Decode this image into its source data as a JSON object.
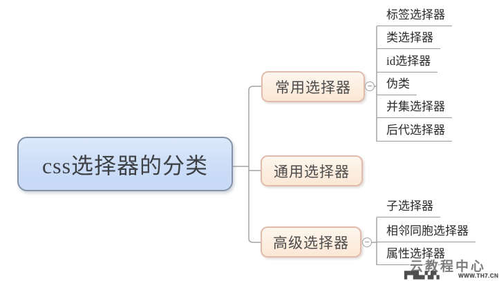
{
  "root": {
    "label": "css选择器的分类"
  },
  "branches": [
    {
      "label": "常用选择器",
      "leaves": [
        "标签选择器",
        "类选择器",
        "id选择器",
        "伪类",
        "并集选择器",
        "后代选择器"
      ]
    },
    {
      "label": "通用选择器",
      "leaves": []
    },
    {
      "label": "高级选择器",
      "leaves": [
        "子选择器",
        "相邻同胞选择器",
        "属性选择器"
      ]
    }
  ],
  "toggle_glyph": "−",
  "watermark": {
    "text": "云教程中心",
    "site": "WWW.TH7.CN",
    "block_glyphs": "▛▜▙▞▟▚"
  },
  "colors": {
    "root_fill": "#cadcf7",
    "root_border": "#8593a8",
    "branch_fill": "#fcedde",
    "branch_border": "#e2bbac",
    "wire": "#a3a3a3",
    "underline": "#9b9b9b",
    "leaf_text": "#2a2a2a",
    "watermark_text": "#7d7d7d"
  }
}
